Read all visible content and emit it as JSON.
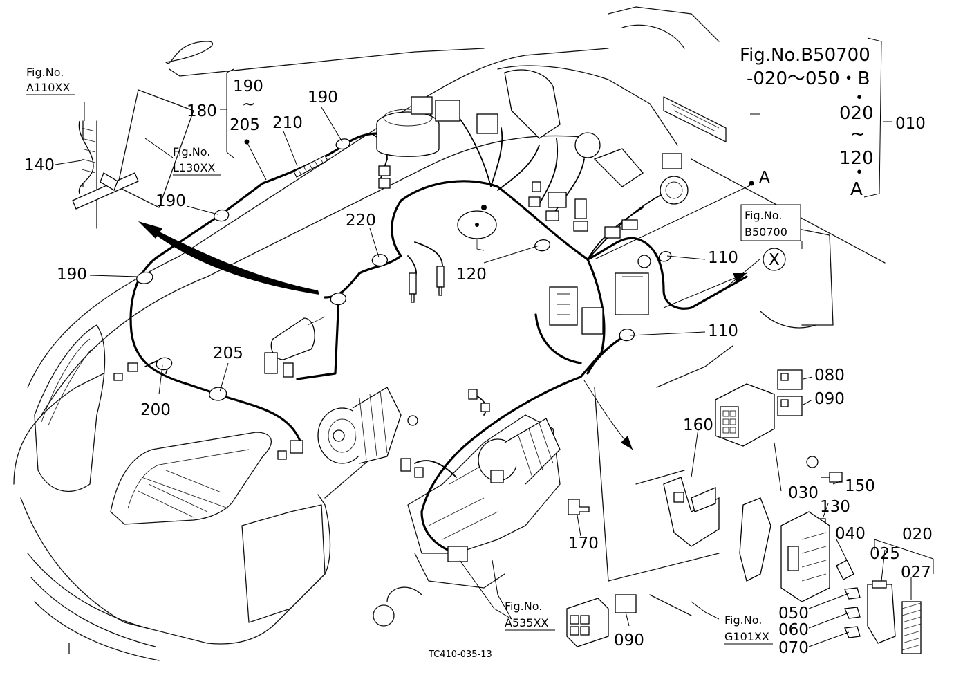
{
  "figure_refs": {
    "a110": {
      "line1": "Fig.No.",
      "line2": "A110XX"
    },
    "l130": {
      "line1": "Fig.No.",
      "line2": "L130XX"
    },
    "b50700_box": {
      "line1": "Fig.No.",
      "line2": "B50700"
    },
    "a535": {
      "line1": "Fig.No.",
      "line2": "A535XX"
    },
    "g101": {
      "line1": "Fig.No.",
      "line2": "G101XX"
    }
  },
  "main_ref": {
    "line1": "Fig.No.B50700",
    "line2": "-020～050・B",
    "dot": "・",
    "line3": "020",
    "tilde": "~",
    "line4": "120",
    "line5": "A"
  },
  "range_190_205": {
    "top": "190",
    "tilde": "~",
    "bottom": "205"
  },
  "callouts": {
    "c010": "010",
    "c020": "020",
    "c025": "025",
    "c027": "027",
    "c030": "030",
    "c040": "040",
    "c050": "050",
    "c060": "060",
    "c070": "070",
    "c080": "080",
    "c090a": "090",
    "c090b": "090",
    "c110a": "110",
    "c110b": "110",
    "c120": "120",
    "c130": "130",
    "c140": "140",
    "c150": "150",
    "c160": "160",
    "c170": "170",
    "c180": "180",
    "c190a": "190",
    "c190b": "190",
    "c190c": "190",
    "c200": "200",
    "c205": "205",
    "c210": "210",
    "c220": "220",
    "cA": "A",
    "cX": "X"
  },
  "drawing_code": "TC410-035-13",
  "icons": [
    "clamp-icon",
    "connector-icon",
    "fuse-icon",
    "bolt-icon",
    "relay-icon",
    "direction-arrow-icon"
  ]
}
